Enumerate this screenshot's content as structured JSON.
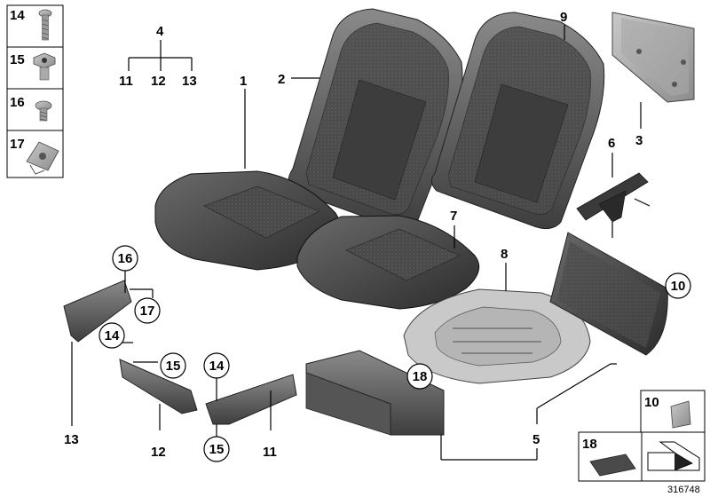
{
  "diagram": {
    "image_number": "316748",
    "sidebar_parts": [
      "14",
      "15",
      "16",
      "17"
    ],
    "sidebar_bottom_parts": [
      "10",
      "18"
    ],
    "callouts": {
      "seat_cushion_cover_left": "1",
      "backrest_left": "2",
      "rear_panel": "3",
      "group_label": "4",
      "group_sub_11": "11",
      "group_sub_12": "12",
      "group_sub_13": "13",
      "seat_frame_assembly": "5",
      "bracket": "6",
      "seat_cushion_cover_right": "7",
      "seat_frame": "8",
      "backrest_right": "9",
      "trim_panel": "10",
      "panel_11": "11",
      "panel_12": "12",
      "panel_13": "13",
      "screw_14_a": "14",
      "screw_14_b": "14",
      "nut_15_a": "15",
      "nut_15_b": "15",
      "screw_16": "16",
      "clip_17": "17",
      "foam_18": "18"
    }
  }
}
